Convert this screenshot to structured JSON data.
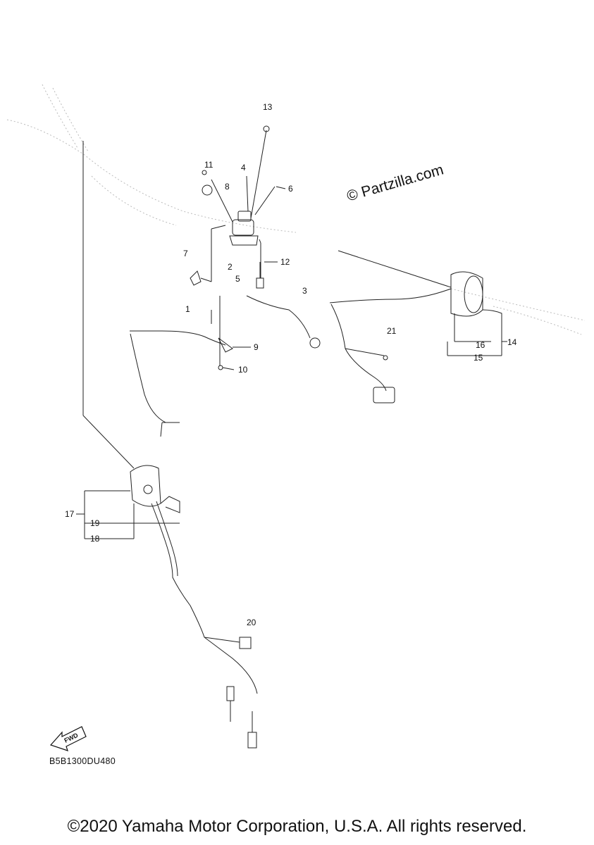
{
  "watermark": "© Partzilla.com",
  "diagram_code": "B5B1300DU480",
  "fwd_label": "FWD",
  "copyright": "©2020 Yamaha Motor Corporation, U.S.A. All rights reserved.",
  "callouts": [
    "1",
    "2",
    "3",
    "4",
    "5",
    "6",
    "7",
    "8",
    "9",
    "10",
    "11",
    "12",
    "13",
    "14",
    "15",
    "16",
    "17",
    "18",
    "19",
    "20",
    "21"
  ]
}
